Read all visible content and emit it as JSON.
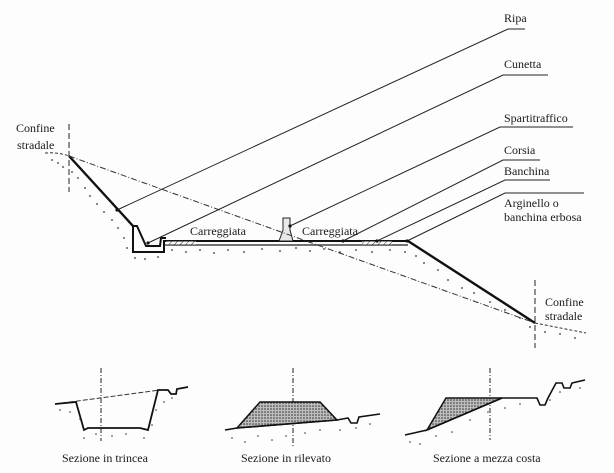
{
  "figure": {
    "leader_labels": {
      "ripa": "Ripa",
      "cunetta": "Cunetta",
      "spartitraffico": "Spartitraffico",
      "corsia": "Corsia",
      "banchina": "Banchina",
      "arginello_line1": "Arginello o",
      "arginello_line2": "banchina erbosa"
    },
    "confine_left": {
      "line1": "Confine",
      "line2": "stradale"
    },
    "confine_right": {
      "line1": "Confine",
      "line2": "stradale"
    },
    "carreggiata_left": "Carreggiata",
    "carreggiata_right": "Carreggiata",
    "captions": {
      "trincea": "Sezione in trincea",
      "rilevato": "Sezione in rilevato",
      "mezza_costa": "Sezione a mezza costa"
    },
    "colors": {
      "ink": "#1a1a1a",
      "fill_hatch": "#777777",
      "paper": "#fdfdfd"
    }
  }
}
